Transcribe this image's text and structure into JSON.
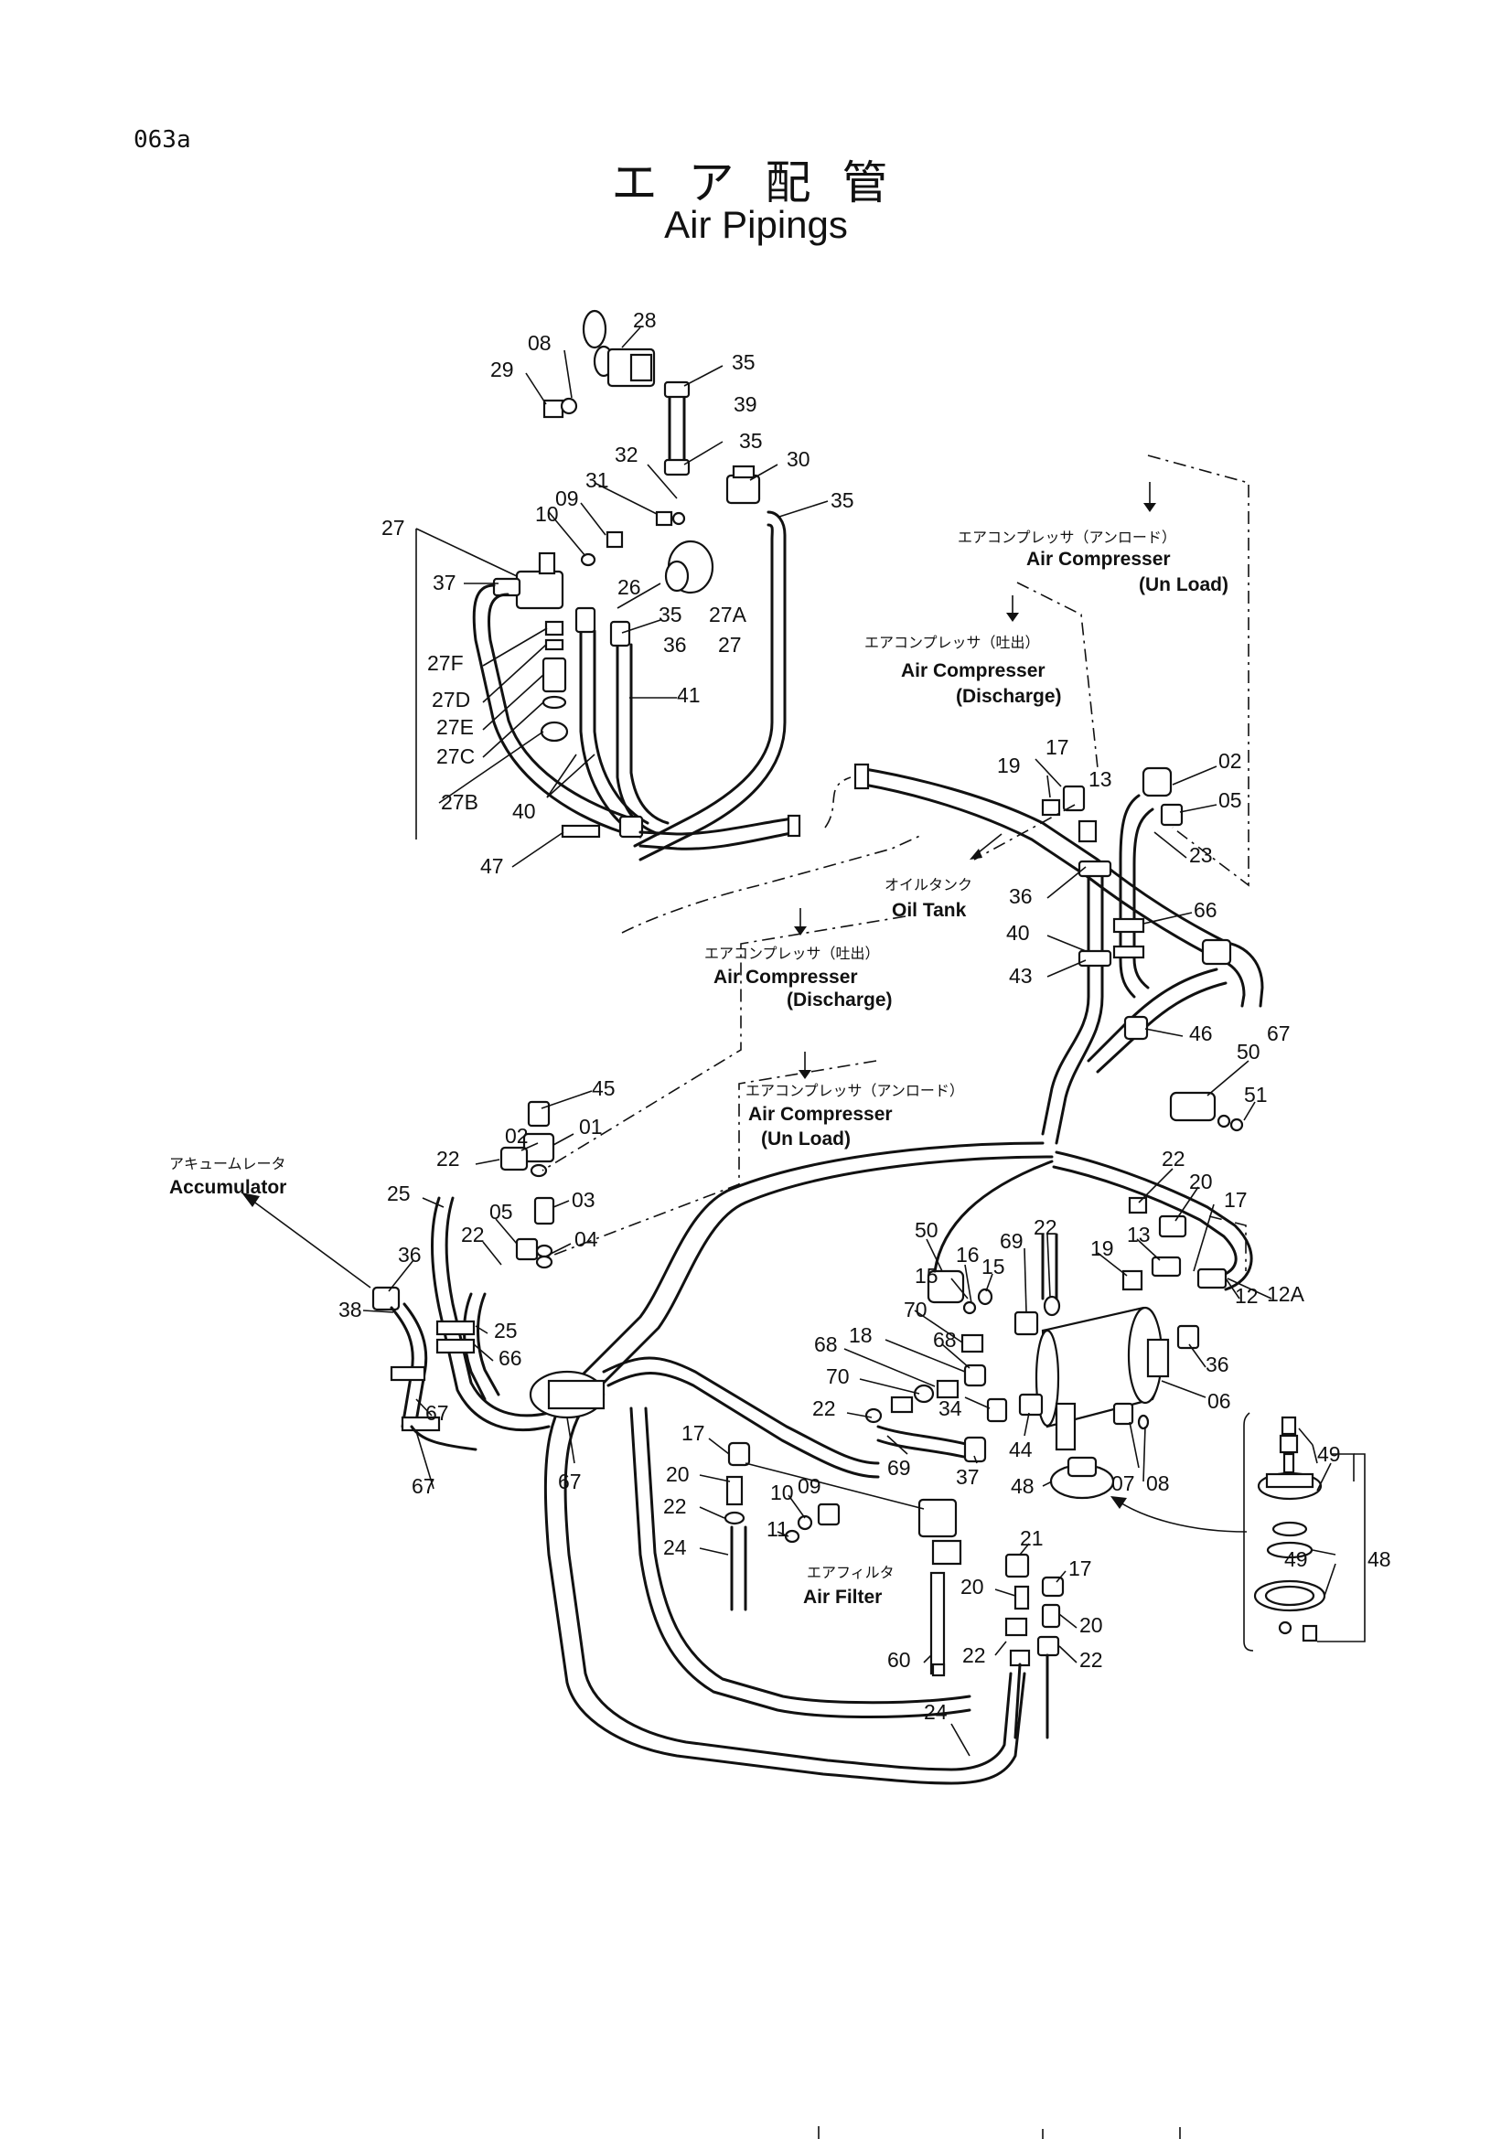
{
  "page": {
    "code": "063a",
    "title_jp": "エア配管",
    "title_en": "Air Pipings"
  },
  "notes": {
    "ac_unload_top_jp": "エアコンプレッサ（アンロード）",
    "ac_unload_top_en1": "Air Compresser",
    "ac_unload_top_en2": "(Un Load)",
    "ac_discharge_top_jp": "エアコンプレッサ（吐出）",
    "ac_discharge_top_en1": "Air Compresser",
    "ac_discharge_top_en2": "(Discharge)",
    "oil_tank_jp": "オイルタンク",
    "oil_tank_en": "Oil Tank",
    "ac_discharge_mid_jp": "エアコンプレッサ（吐出）",
    "ac_discharge_mid_en1": "Air Compresser",
    "ac_discharge_mid_en2": "(Discharge)",
    "ac_unload_mid_jp": "エアコンプレッサ（アンロード）",
    "ac_unload_mid_en1": "Air Compresser",
    "ac_unload_mid_en2": "(Un Load)",
    "accumulator_jp": "アキュームレータ",
    "accumulator_en": "Accumulator",
    "air_filter_jp": "エアフィルタ",
    "air_filter_en": "Air Filter"
  },
  "callouts": [
    "28",
    "08",
    "29",
    "35",
    "39",
    "35",
    "32",
    "31",
    "30",
    "35",
    "09",
    "10",
    "27",
    "37",
    "26",
    "35",
    "27A",
    "27",
    "36",
    "27F",
    "41",
    "27D",
    "27E",
    "27C",
    "40",
    "27B",
    "47",
    "17",
    "19",
    "13",
    "02",
    "05",
    "23",
    "36",
    "40",
    "66",
    "43",
    "67",
    "46",
    "50",
    "51",
    "45",
    "01",
    "02",
    "22",
    "03",
    "25",
    "05",
    "22",
    "04",
    "36",
    "25",
    "66",
    "38",
    "67",
    "67",
    "67",
    "22",
    "20",
    "17",
    "50",
    "16",
    "15",
    "69",
    "22",
    "19",
    "13",
    "15",
    "70",
    "12",
    "12A",
    "68",
    "18",
    "68",
    "36",
    "70",
    "22",
    "34",
    "06",
    "44",
    "69",
    "37",
    "48",
    "07",
    "08",
    "17",
    "20",
    "10",
    "09",
    "22",
    "11",
    "24",
    "21",
    "17",
    "20",
    "20",
    "60",
    "22",
    "22",
    "24",
    "49",
    "49",
    "48"
  ]
}
